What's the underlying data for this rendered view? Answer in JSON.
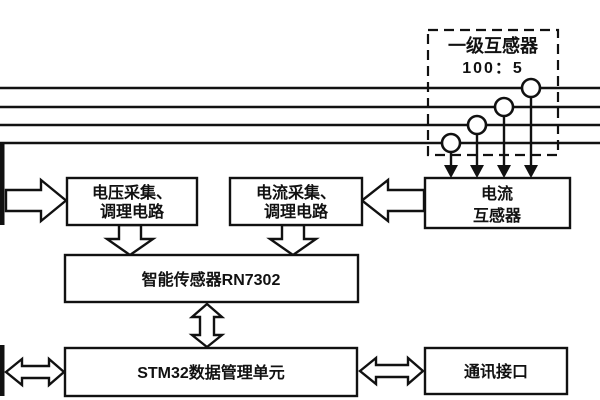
{
  "colors": {
    "ink": "#111111",
    "background": "#ffffff"
  },
  "bus": {
    "line_count": 4
  },
  "primary_ct": {
    "label": "一级互感器",
    "ratio": "100：5"
  },
  "boxes": {
    "voltage_acq": {
      "line1": "电压采集、",
      "line2": "调理电路"
    },
    "current_acq": {
      "line1": "电流采集、",
      "line2": "调理电路"
    },
    "current_ct": {
      "line1": "电流",
      "line2": "互感器"
    },
    "smart_sensor": {
      "label": "智能传感器RN7302"
    },
    "mcu": {
      "label": "STM32数据管理单元"
    },
    "comm_interface": {
      "label": "通讯接口"
    }
  }
}
